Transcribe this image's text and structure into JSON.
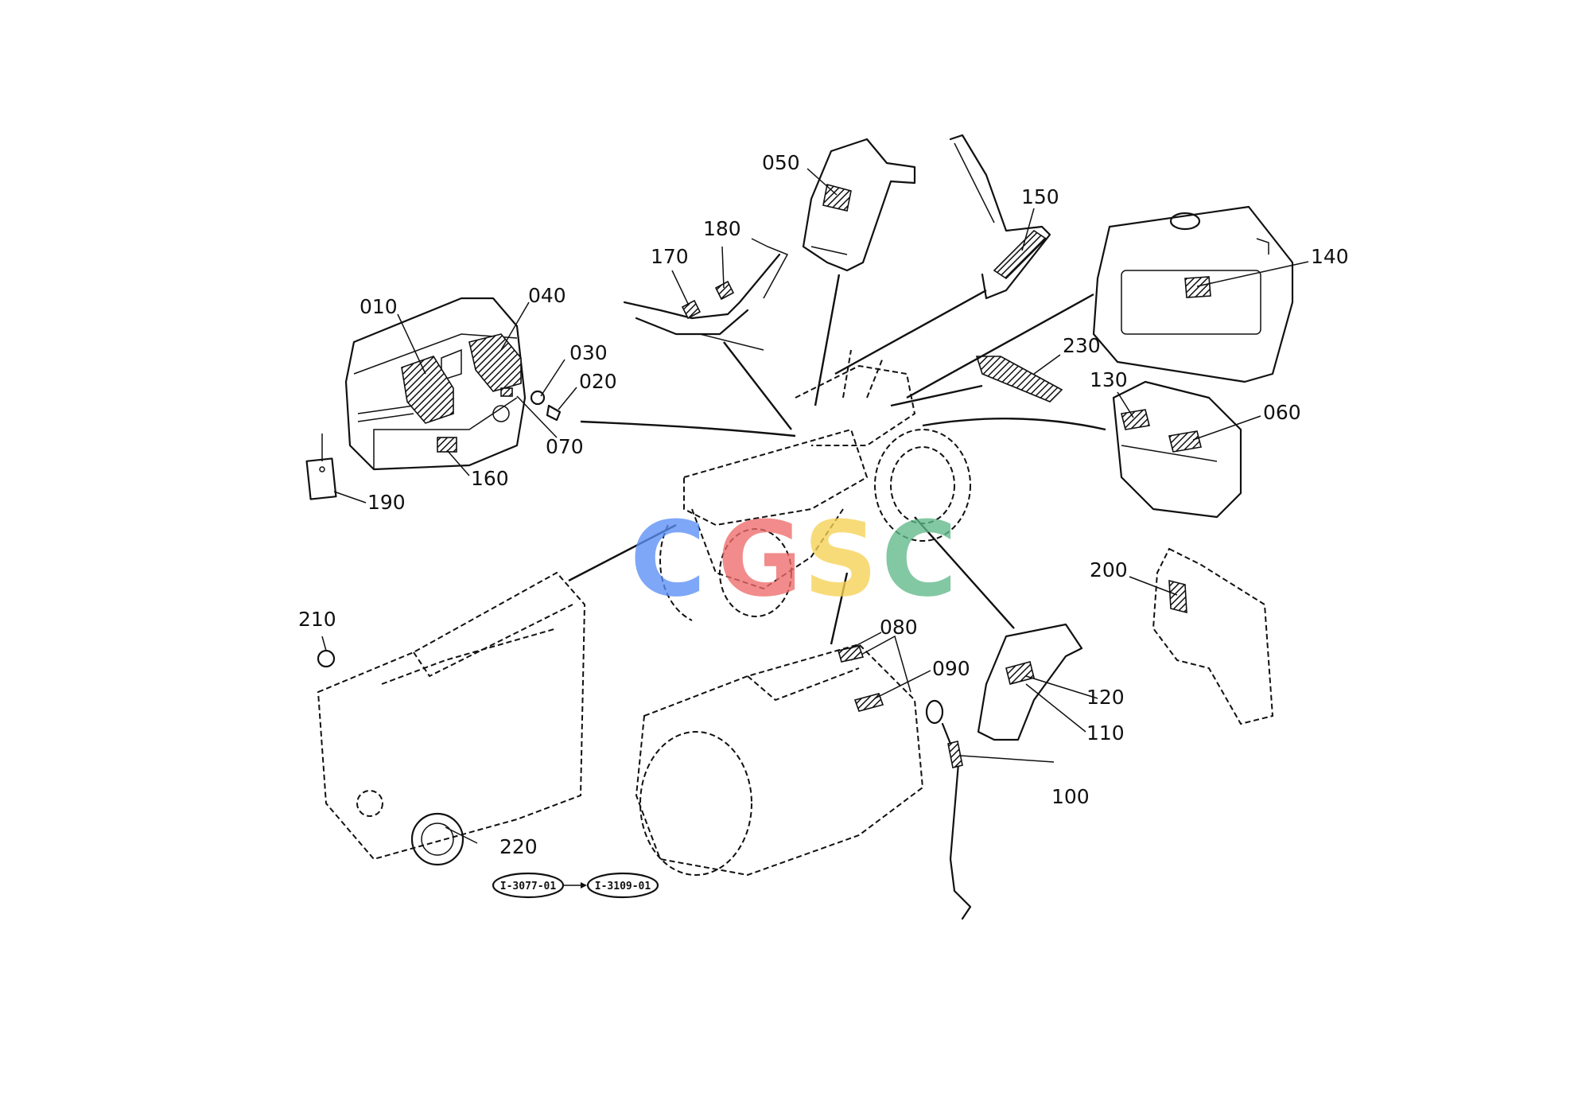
{
  "labels": {
    "l010": "010",
    "l020": "020",
    "l030": "030",
    "l040": "040",
    "l050": "050",
    "l060": "060",
    "l070": "070",
    "l080": "080",
    "l090": "090",
    "l100": "100",
    "l110": "110",
    "l120": "120",
    "l130": "130",
    "l140": "140",
    "l150": "150",
    "l160": "160",
    "l170": "170",
    "l180": "180",
    "l190": "190",
    "l200": "200",
    "l210": "210",
    "l220": "220",
    "l230": "230"
  },
  "references": {
    "ref_from": "I-3077-01",
    "ref_to": "I-3109-01"
  },
  "watermark": {
    "letters": [
      "C",
      "G",
      "S",
      "C"
    ],
    "colors": [
      "#5b8ff5",
      "#ef6b6b",
      "#f7d154",
      "#5fb98a"
    ]
  }
}
